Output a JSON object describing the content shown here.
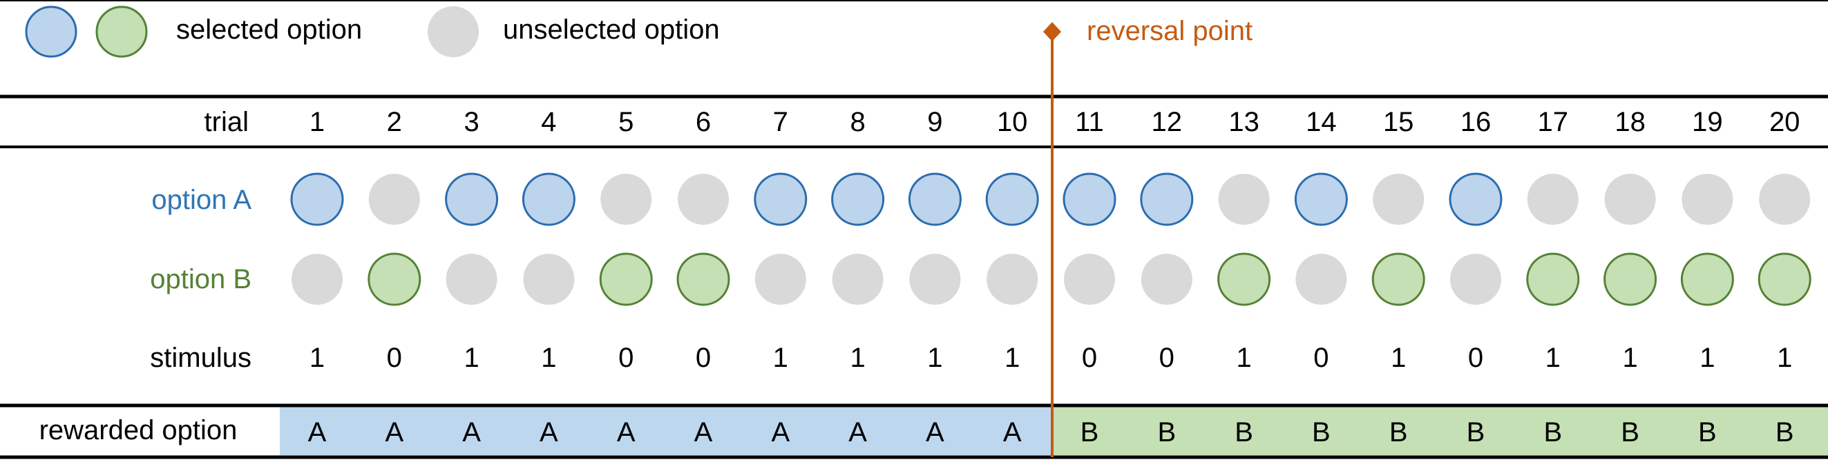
{
  "legend": {
    "selected_label": "selected option",
    "unselected_label": "unselected option",
    "reversal_label": "reversal point"
  },
  "rows": {
    "trial_label": "trial",
    "option_a_label": "option A",
    "option_b_label": "option B",
    "stimulus_label": "stimulus",
    "rewarded_label": "rewarded option"
  },
  "trials": [
    1,
    2,
    3,
    4,
    5,
    6,
    7,
    8,
    9,
    10,
    11,
    12,
    13,
    14,
    15,
    16,
    17,
    18,
    19,
    20
  ],
  "selected_option": [
    "A",
    "B",
    "A",
    "A",
    "B",
    "B",
    "A",
    "A",
    "A",
    "A",
    "A",
    "A",
    "B",
    "A",
    "B",
    "A",
    "B",
    "B",
    "B",
    "B"
  ],
  "stimulus": [
    1,
    0,
    1,
    1,
    0,
    0,
    1,
    1,
    1,
    1,
    0,
    0,
    1,
    0,
    1,
    0,
    1,
    1,
    1,
    1
  ],
  "rewarded_option": [
    "A",
    "A",
    "A",
    "A",
    "A",
    "A",
    "A",
    "A",
    "A",
    "A",
    "B",
    "B",
    "B",
    "B",
    "B",
    "B",
    "B",
    "B",
    "B",
    "B"
  ],
  "reversal_after_trial": 10,
  "colors": {
    "option_a_fill": "#bcd4ec",
    "option_a_stroke": "#2b6cb0",
    "option_a_text": "#2e75b6",
    "option_b_fill": "#c5e0b4",
    "option_b_stroke": "#548235",
    "option_b_text": "#548235",
    "unselected_fill": "#d9d9d9",
    "reversal": "#c55a11",
    "rewarded_a_bg": "#bdd7ee",
    "rewarded_b_bg": "#c5e0b4"
  }
}
